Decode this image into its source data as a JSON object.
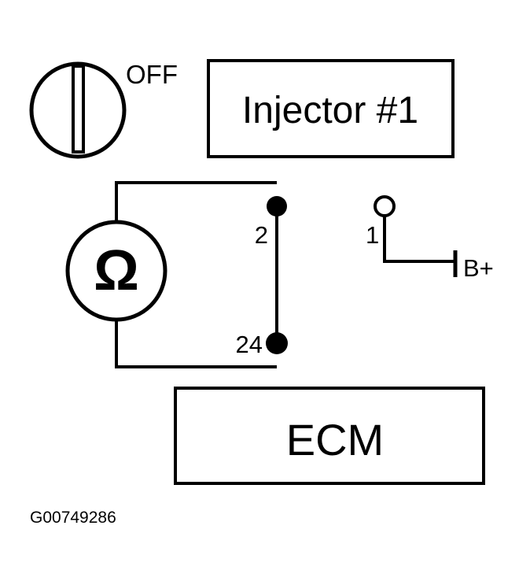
{
  "diagram": {
    "switch": {
      "label": "OFF"
    },
    "injector": {
      "label": "Injector #1",
      "pin": "1"
    },
    "meter": {
      "symbol": "Ω"
    },
    "ecm": {
      "label": "ECM",
      "pin_upper": "2",
      "pin_lower": "24"
    },
    "supply": {
      "label": "B+"
    },
    "figure_id": "G00749286"
  },
  "colors": {
    "ink": "#000000",
    "background": "#ffffff"
  }
}
